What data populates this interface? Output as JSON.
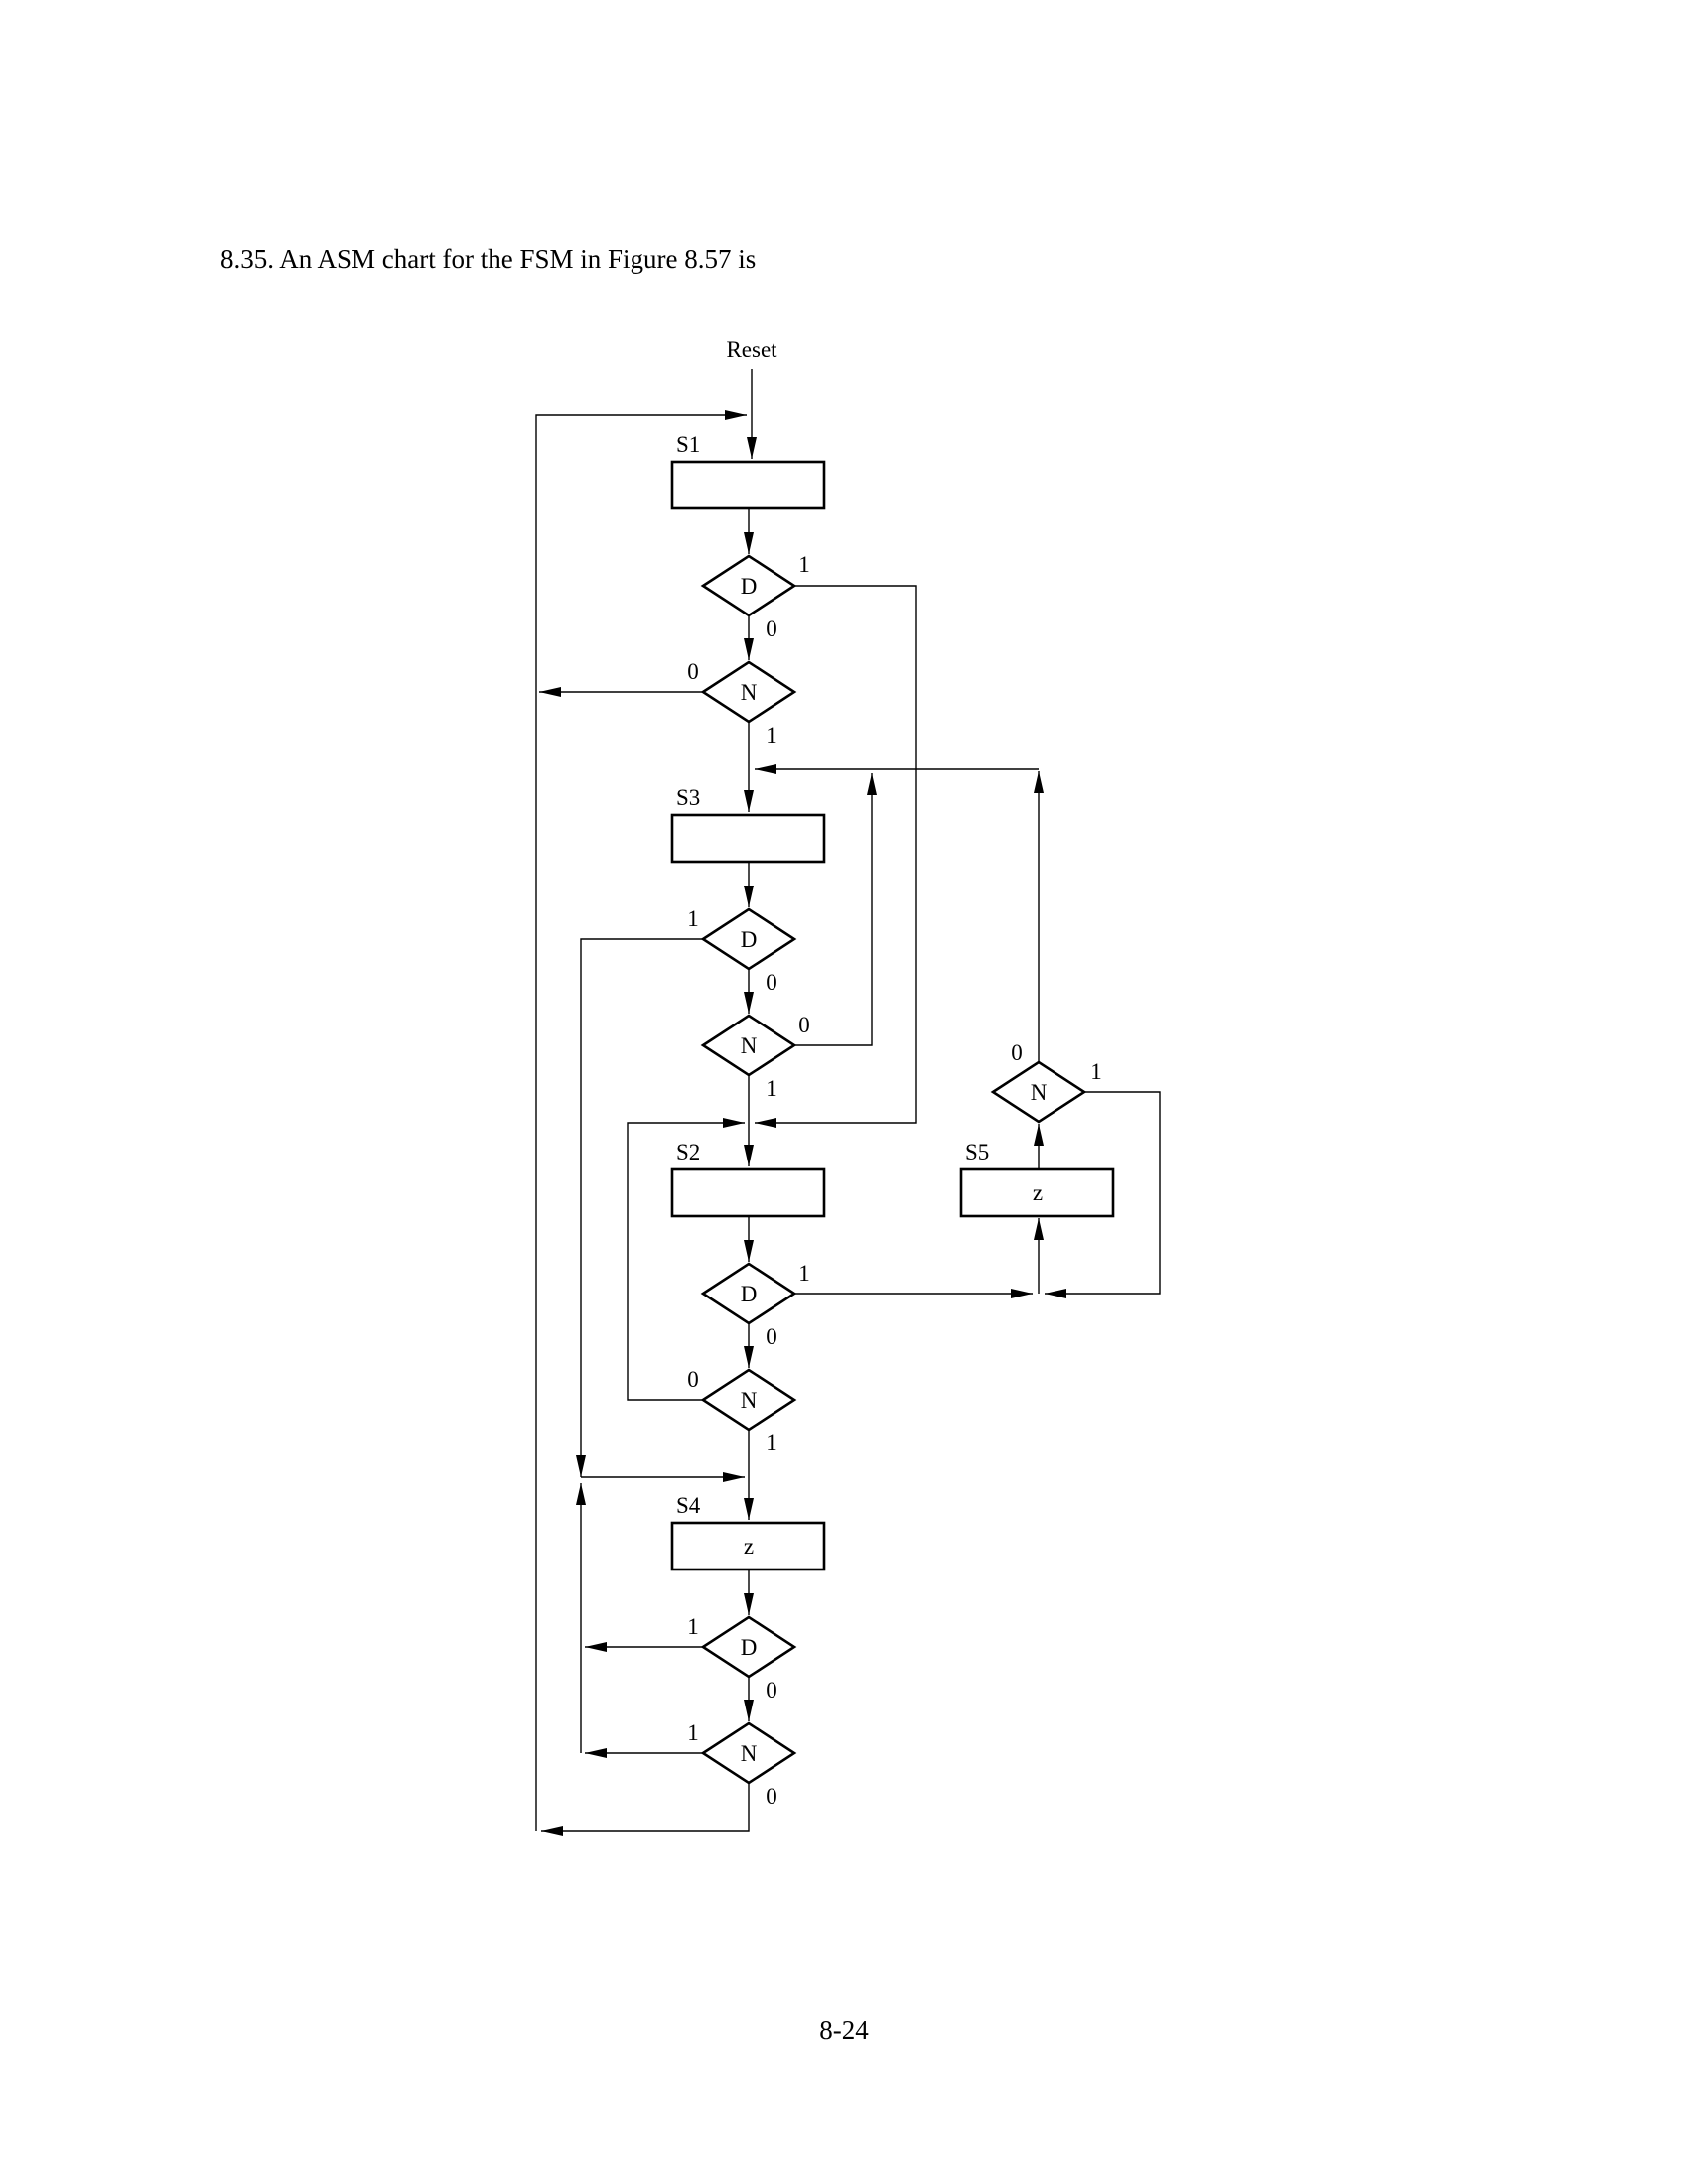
{
  "heading": "8.35.  An ASM chart for the FSM in Figure 8.57 is",
  "page_number": "8-24",
  "diagram": {
    "reset_label": "Reset",
    "states": {
      "s1": {
        "name": "S1",
        "output": ""
      },
      "s2": {
        "name": "S2",
        "output": ""
      },
      "s3": {
        "name": "S3",
        "output": ""
      },
      "s4": {
        "name": "S4",
        "output": "z"
      },
      "s5": {
        "name": "S5",
        "output": "z"
      }
    },
    "decisions": {
      "s1_d": {
        "input": "D",
        "exit_1": "1",
        "exit_0": "0"
      },
      "s1_n": {
        "input": "N",
        "exit_1": "1",
        "exit_0": "0"
      },
      "s3_d": {
        "input": "D",
        "exit_1": "1",
        "exit_0": "0"
      },
      "s3_n": {
        "input": "N",
        "exit_1": "1",
        "exit_0": "0"
      },
      "s2_d": {
        "input": "D",
        "exit_1": "1",
        "exit_0": "0"
      },
      "s2_n": {
        "input": "N",
        "exit_1": "1",
        "exit_0": "0"
      },
      "s4_d": {
        "input": "D",
        "exit_1": "1",
        "exit_0": "0"
      },
      "s4_n": {
        "input": "N",
        "exit_1": "1",
        "exit_0": "0"
      },
      "s5_n": {
        "input": "N",
        "exit_1": "1",
        "exit_0": "0"
      }
    }
  }
}
